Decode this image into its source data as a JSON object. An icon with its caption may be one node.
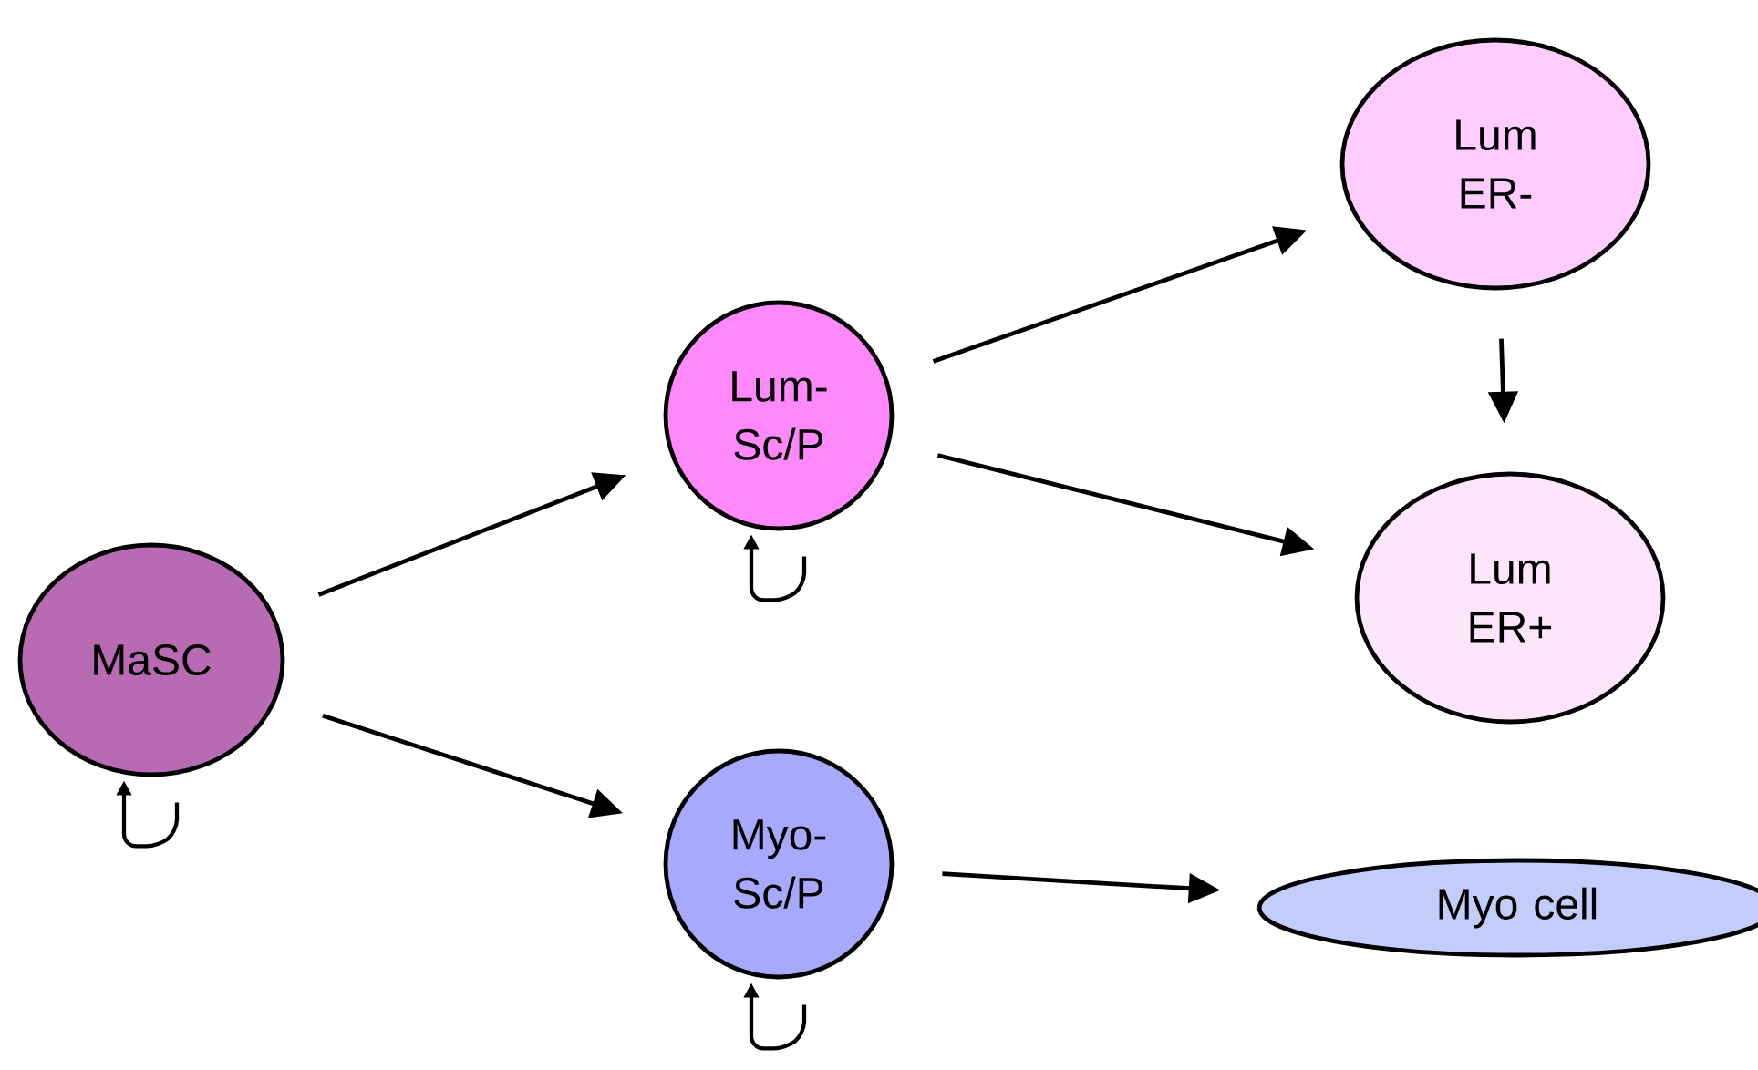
{
  "diagram": {
    "nodes": [
      {
        "text": [
          "MaSC"
        ]
      },
      {
        "text": [
          "Lum- Sc/P"
        ]
      },
      {
        "text": [
          "Lum ER-"
        ]
      },
      {
        "text": [
          "Lum ER+"
        ]
      },
      {
        "text": [
          "Myo- Sc/P"
        ]
      },
      {
        "text": [
          "Myo cell"
        ]
      }
    ],
    "edges": [
      {
        "from": 0,
        "to": 0,
        "arrow": "to"
      },
      {
        "from": 0,
        "to": 1,
        "arrow": "to"
      },
      {
        "from": 0,
        "to": 4,
        "arrow": "to"
      },
      {
        "from": 1,
        "to": 1,
        "arrow": "to"
      },
      {
        "from": 1,
        "to": 2,
        "arrow": "to"
      },
      {
        "from": 1,
        "to": 3,
        "arrow": "to"
      },
      {
        "from": 2,
        "to": 3,
        "arrow": "to"
      },
      {
        "from": 4,
        "to": 4,
        "arrow": "to"
      },
      {
        "from": 4,
        "to": 5,
        "arrow": "to"
      }
    ]
  }
}
